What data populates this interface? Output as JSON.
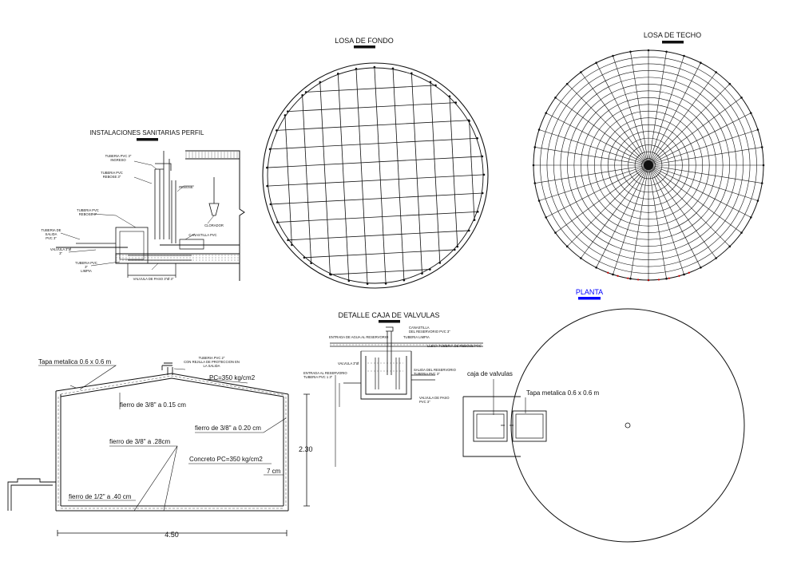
{
  "titles": {
    "losa_fondo": "LOSA DE FONDO",
    "losa_techo": "LOSA DE TECHO",
    "instalaciones": "INSTALACIONES SANITARIAS PERFIL",
    "planta": "PLANTA",
    "detalle_caja": "DETALLE CAJA DE VALVULAS"
  },
  "colors": {
    "planta_title": "#0000ff",
    "accent_red": "#cc0000",
    "line": "#111111"
  },
  "perfil": {
    "tapa": "Tapa metalica 0.6 x 0.6 m",
    "tuberia_top": "TUBERIA PVC 2\"",
    "tuberia_top2": "CON REJILLA DE PROTECCION EN",
    "tuberia_top3": "LA SALIDA",
    "pc_top": "PC=350 kg/cm2",
    "fierro_15": "fierro de 3/8\" a 0.15 cm",
    "fierro_20": "fierro de 3/8\" a 0.20 cm",
    "fierro_28": "fierro de 3/8\" a .28cm",
    "concreto": "Concreto PC=350 kg/cm2",
    "espesor": "7 cm",
    "altura": "2.30",
    "fierro_40": "fierro de 1/2\" a .40 cm",
    "ancho": "4.50"
  },
  "instalaciones_labels": {
    "t1a": "TUBERIA PVC 3\"",
    "t1b": "INGRESO",
    "t2a": "TUBERIA PVC",
    "t2b": "REBOSE 3\"",
    "rebose": "REBOSE",
    "t3a": "TUBERIA PVC",
    "t3b": "REBOSE 3\"",
    "t4a": "TUBERIA DE",
    "t4b": "SALIDA",
    "t4c": "PVC 3\"",
    "valvula": "VALVULA 3\"Ø",
    "valvula2": "3\"",
    "canastilla": "CANASTILLA PVC",
    "cloro": "CLORADOR",
    "t5a": "TUBERIA PVC",
    "t5b": "3\"",
    "t5c": "LIMPIA",
    "valvula_paso": "VALVULA DE PASO 3\"Ø 3\""
  },
  "caja_labels": {
    "c1a": "CANASTILLA",
    "c1b": "DEL RESERVORIO PVC 3\"",
    "c2": "TUBERIA LIMPIA",
    "c3": "ENTRADA DE AGUA AL RESERVORIO",
    "c4": "LLEGA TUBERIA DE REBOSE PVC",
    "c5": "VALVULA 3\"Ø",
    "c6a": "ENTRADA AL RESERVORIO",
    "c6b": "TUBERIA PVC 1 3\"",
    "c7a": "SALIDA DEL RESERVORIO",
    "c7b": "TUBERIA PVC 3\"",
    "c8a": "VALVULA DE PASO",
    "c8b": "PVC 3\""
  },
  "planta_labels": {
    "caja": "caja de valvulas",
    "tapa": "Tapa metalica 0.6 x 0.6 m"
  }
}
